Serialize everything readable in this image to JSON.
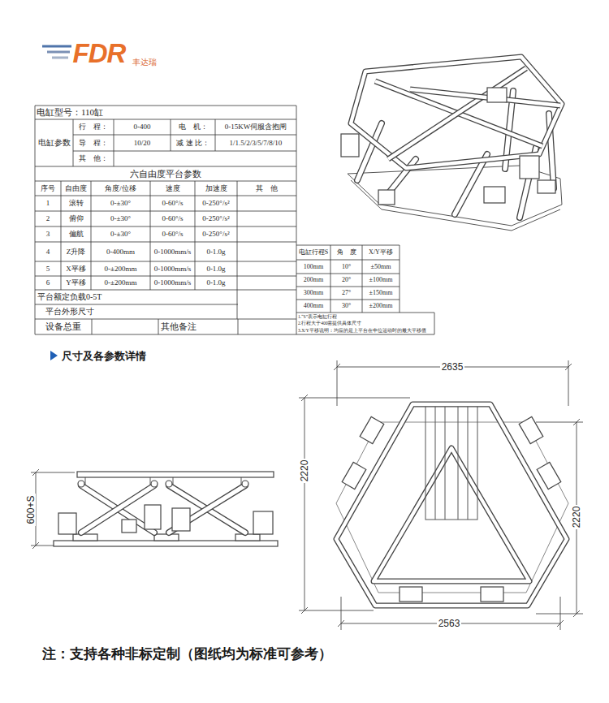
{
  "diagram": {
    "title": "尺寸及各参数详情",
    "caption": "注：支持各种非标定制（图纸均为标准可参考）",
    "labels": [
      "FDR",
      "丰达瑞",
      "电缸型号：110缸",
      "电缸参数",
      "行　程：",
      "0-400",
      "电　机：",
      "0-15KW伺服含抱闸",
      "导　程：",
      "10/20",
      "减 速 比：",
      "1/1.5/2/3/5/7/8/10",
      "其　他：",
      "六自由度平台参数",
      "序号",
      "自由度",
      "角度/位移",
      "速度",
      "加速度",
      "其　他",
      "1",
      "滚转",
      "0-±30°",
      "0-60°/s",
      "0-250°/s²",
      "2",
      "俯仰",
      "0-±30°",
      "0-60°/s",
      "0-250°/s²",
      "3",
      "偏航",
      "0-±30°",
      "0-60°/s",
      "0-250°/s²",
      "4",
      "Z升降",
      "0-400mm",
      "0-1000mm/s",
      "0-1.0g",
      "5",
      "X平移",
      "0-±200mm",
      "0-1000mm/s",
      "0-1.0g",
      "6",
      "Y平移",
      "0-±200mm",
      "0-1000mm/s",
      "0-1.0g",
      "平台额定负载0-5T",
      "平台外形尺寸",
      "设备总重",
      "其他备注",
      "电缸行程S",
      "角　度",
      "X/Y平移",
      "100mm",
      "10°",
      "±50mm",
      "200mm",
      "20°",
      "±100mm",
      "300mm",
      "27°",
      "±150mm",
      "400mm",
      "30°",
      "±200mm",
      "1.“S”表示电缸行程",
      "2.行程大于400需提供具体尺寸",
      "3.X/Y平移说明：均应的是上平台在中位运动时的最大平移值",
      "2635",
      "2563",
      "2220",
      "2220",
      "600+S"
    ]
  }
}
